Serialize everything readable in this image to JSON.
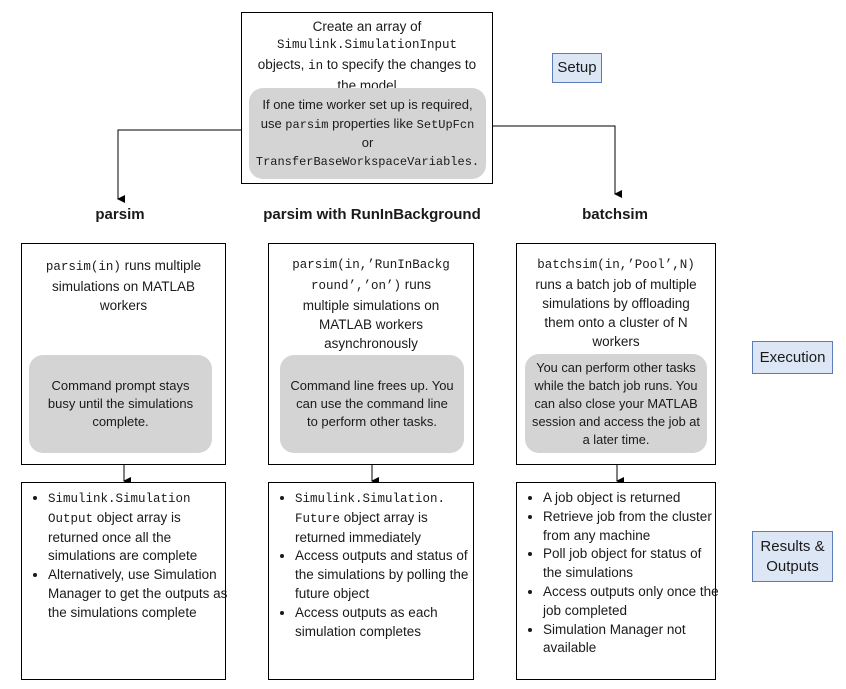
{
  "setup": {
    "line1": "Create an array of",
    "line2": "Simulink.SimulationInput",
    "line3a": "objects, ",
    "line3b": "in",
    "line3c": " to specify the changes to",
    "line4": "the model",
    "note_l1": "If one time worker set up is required,",
    "note_l2a": "use ",
    "note_l2b": "parsim",
    "note_l2c": " properties like ",
    "note_l2d": "SetUpFcn",
    "note_l3": "or",
    "note_l4": "TransferBaseWorkspaceVariables."
  },
  "tags": {
    "setup": "Setup",
    "execution": "Execution",
    "results_l1": "Results &",
    "results_l2": "Outputs"
  },
  "columns": {
    "parsim": {
      "heading": "parsim",
      "code": "parsim(in)",
      "desc_a": " runs multiple",
      "desc_b": "simulations on MATLAB",
      "desc_c": "workers",
      "note": "Command prompt stays busy until the simulations complete.",
      "result_b1_code1": "Simulink.Simulation",
      "result_b1_code2": "Output",
      "result_b1_rest": " object array is returned once all the simulations are complete",
      "result_b2": "Alternatively, use Simulation Manager to get the outputs as the simulations complete"
    },
    "background": {
      "heading": "parsim with RunInBackground",
      "code1": "parsim(in,’RunInBackg",
      "code2": "round’,’on’)",
      "desc_a": " runs",
      "desc_b": "multiple simulations on",
      "desc_c": "MATLAB workers",
      "desc_d": "asynchronously",
      "note": "Command line frees up. You can use the command line to perform other tasks.",
      "result_b1_code1": "Simulink.Simulation.",
      "result_b1_code2": "Future",
      "result_b1_rest": " object array is returned immediately",
      "result_b2": "Access outputs and status of the simulations by polling the future object",
      "result_b3": "Access outputs as each simulation completes"
    },
    "batchsim": {
      "heading": "batchsim",
      "code": "batchsim(in,’Pool’,N)",
      "desc_b": "runs a batch job of multiple",
      "desc_c": "simulations by offloading",
      "desc_d": "them onto a cluster of N",
      "desc_e": "workers",
      "note": "You can perform other tasks while the batch job runs. You can also close your MATLAB session and access the job at a later time.",
      "result_b1": "A job object is returned",
      "result_b2": "Retrieve job from the cluster from any machine",
      "result_b3": "Poll job object for status of the simulations",
      "result_b4": "Access outputs only once the job completed",
      "result_b5": "Simulation Manager not available"
    }
  }
}
